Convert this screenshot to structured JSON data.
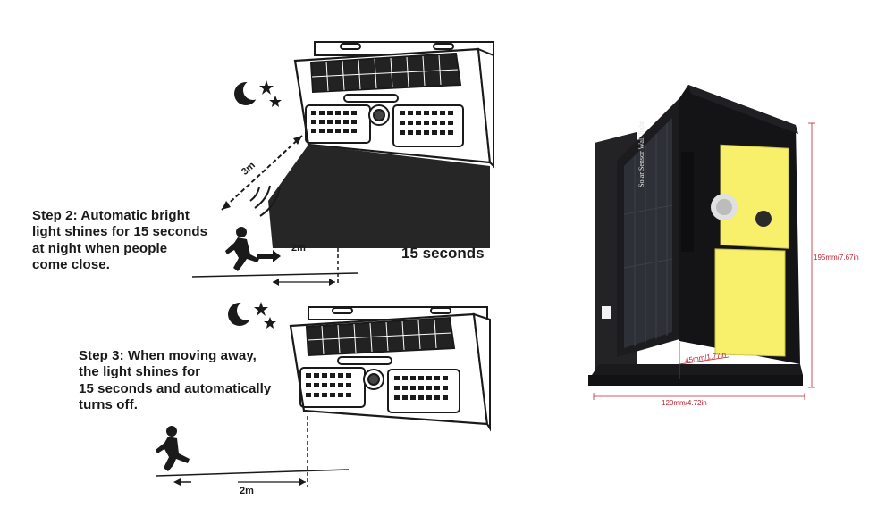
{
  "step2": {
    "line1": "Step 2: Automatic bright",
    "line2": "light shines for 15 seconds",
    "line3": "at night when people",
    "line4": "come close."
  },
  "step3": {
    "line1": "Step 3: When moving away,",
    "line2": "the light shines for",
    "line3": "15 seconds and automatically",
    "line4": "turns off."
  },
  "labels": {
    "dist_3m": "3m",
    "dist_2m_top": "2m",
    "duration": "15 seconds",
    "dist_2m_bottom": "2m"
  },
  "product": {
    "side_print": "Solar Sensor Wall light",
    "height_dim": "195mm/7.67in",
    "width_dim": "120mm/4.72in",
    "depth_dim": "45mm/1.77in"
  },
  "colors": {
    "ink": "#1a1a1a",
    "led_yellow": "#f8ef6a",
    "housing": "#1c1c1e",
    "dimension_red": "#c02030"
  }
}
